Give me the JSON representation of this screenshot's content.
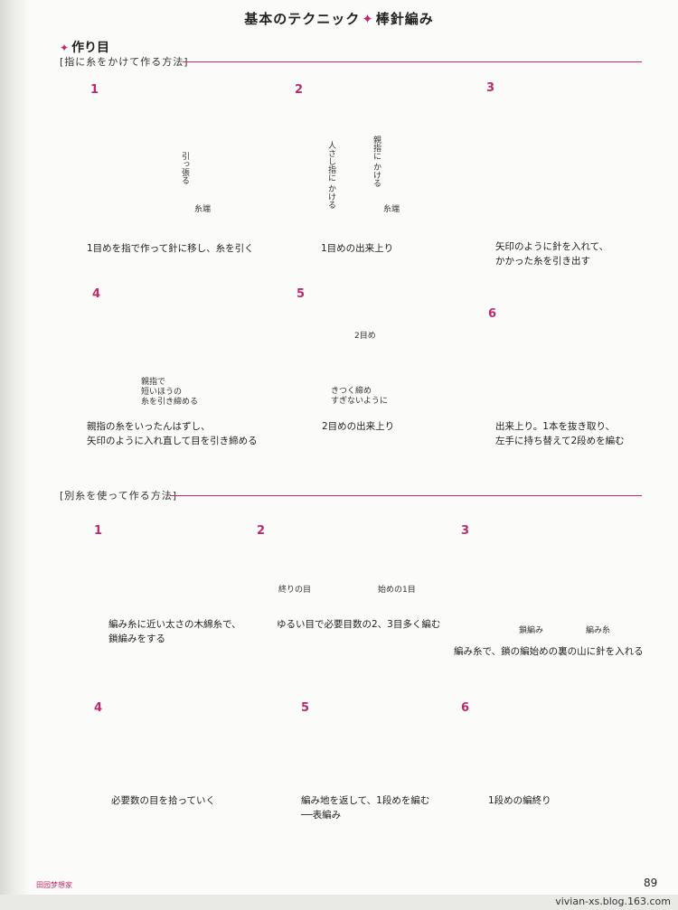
{
  "header": {
    "title_left": "基本のテクニック",
    "title_right": "棒針編み"
  },
  "section": {
    "heading": "作り目"
  },
  "method_finger": {
    "label": "[指に糸をかけて作る方法]",
    "steps": [
      {
        "number": "1",
        "caption": "1目めを指で作って針に移し、糸を引く"
      },
      {
        "number": "2",
        "caption": "1目めの出来上り"
      },
      {
        "number": "3",
        "caption": "矢印のように針を入れて、\nかかった糸を引き出す"
      },
      {
        "number": "4",
        "caption": "親指の糸をいったんはずし、\n矢印のように入れ直して目を引き締める"
      },
      {
        "number": "5",
        "caption": "2目めの出来上り"
      },
      {
        "number": "6",
        "caption": "出来上り。1本を抜き取り、\n左手に持ち替えて2段めを編む"
      }
    ],
    "labels": {
      "pull": "引っ張る",
      "yarn_end_1": "糸端",
      "yarn_end_2": "糸端",
      "index_finger": "人さし指に\nかける",
      "thumb": "親指に\nかける",
      "thumb_note": "親指で\n短いほうの\n糸を引き締める",
      "second_stitch": "2目め",
      "not_too_tight": "きつく締め\nすぎないように"
    }
  },
  "method_waste": {
    "label": "[別糸を使って作る方法]",
    "steps": [
      {
        "number": "1",
        "caption": "編み糸に近い太さの木綿糸で、\n鎖編みをする"
      },
      {
        "number": "2",
        "caption": "ゆるい目で必要目数の2、3目多く編む"
      },
      {
        "number": "3",
        "caption": "編み糸で、鎖の編始めの裏の山に針を入れる"
      },
      {
        "number": "4",
        "caption": "必要数の目を拾っていく"
      },
      {
        "number": "5",
        "caption": "編み地を返して、1段めを編む\n──表編み"
      },
      {
        "number": "6",
        "caption": "1段めの編終り"
      }
    ],
    "labels": {
      "end_stitch": "終りの目",
      "start_stitch": "始めの1目",
      "chain": "鎖編み",
      "knit_yarn": "編み糸"
    }
  },
  "page_number": "89",
  "watermark": {
    "site": "vivian-xs.blog.163.com",
    "stamp": "田园梦想家"
  },
  "colors": {
    "accent": "#c0296b",
    "yarn": "#a8245e",
    "line": "#222222"
  }
}
